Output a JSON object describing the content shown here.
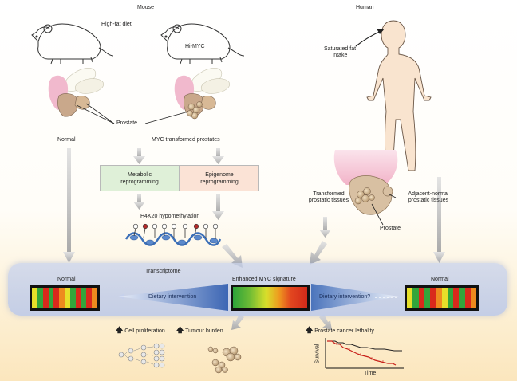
{
  "header": {
    "mouse": "Mouse",
    "human": "Human"
  },
  "mouse": {
    "diet": "High-fat diet",
    "strain": "Hi-MYC",
    "prostate": "Prostate",
    "normal": "Normal",
    "myc_transformed": "MYC transformed prostates"
  },
  "human": {
    "sat_fat_line1": "Saturated fat",
    "sat_fat_line2": "intake",
    "transformed_line1": "Transformed",
    "transformed_line2": "prostatic tissues",
    "adjacent_line1": "Adjacent-normal",
    "adjacent_line2": "prostatic tissues",
    "prostate": "Prostate"
  },
  "boxes": {
    "metabolic_line1": "Metabolic",
    "metabolic_line2": "reprogramming",
    "epigenome_line1": "Epigenome",
    "epigenome_line2": "reprogramming",
    "metabolic_color": "#dff0d8",
    "epigenome_color": "#fbe3d6"
  },
  "epigenetic": {
    "h4k20": "H4K20 hypomethylation"
  },
  "transcriptome": {
    "title": "Transcriptome",
    "normal_left": "Normal",
    "enhanced": "Enhanced MYC signature",
    "normal_right": "Normal",
    "dietary": "Dietary intervention",
    "dietary_q": "Dietary intervention?"
  },
  "outcomes": {
    "proliferation": "Cell proliferation",
    "burden": "Tumour burden",
    "lethality": "Prostate cancer lethality",
    "survival_axis": "Survival",
    "time_axis": "Time"
  },
  "colors": {
    "band": "#c5cfeb",
    "arrow_gray": "#bdbdbd",
    "heat_red": "#d9291c",
    "heat_orange": "#ee8a1e",
    "heat_yellow": "#e6df2a",
    "heat_green": "#33a53b",
    "km_red": "#c8201a"
  }
}
